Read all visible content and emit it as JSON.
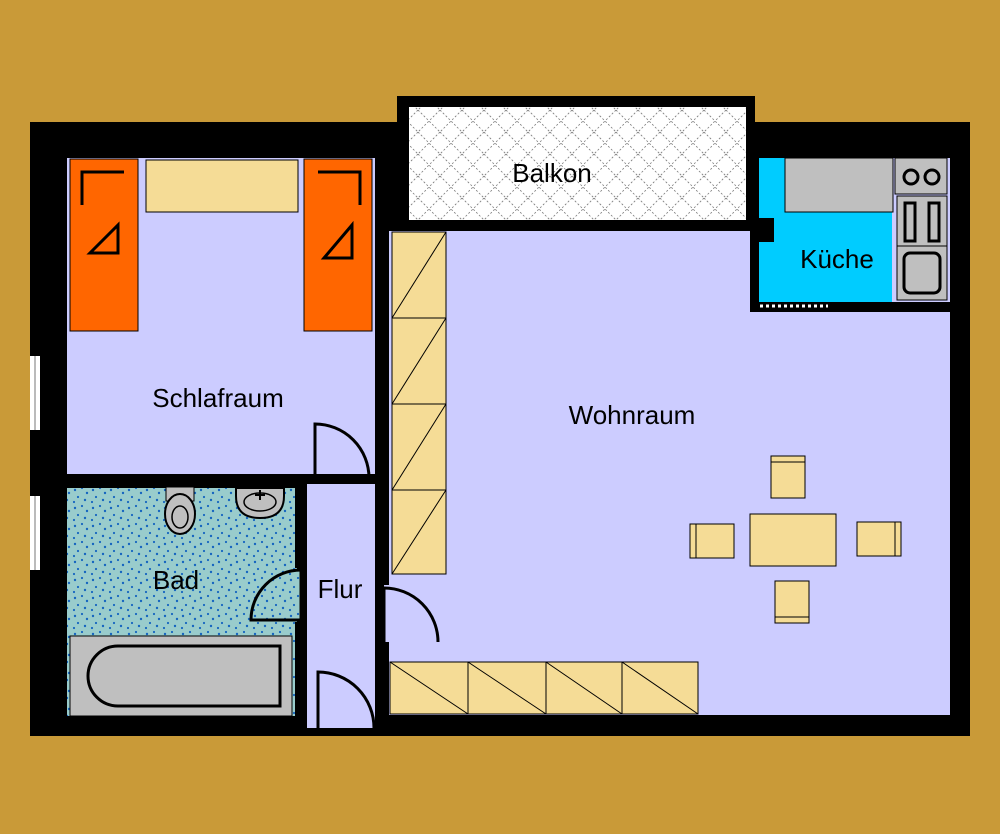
{
  "rooms": {
    "balkon": "Balkon",
    "kueche": "Küche",
    "schlafraum": "Schlafraum",
    "wohnraum": "Wohnraum",
    "bad": "Bad",
    "flur": "Flur"
  },
  "colors": {
    "background": "#c99a38",
    "wall": "#000000",
    "floor": "#ccccff",
    "kitchen_floor": "#00ccff",
    "bath_floor": "#99cccc",
    "balcony": "#ffffff",
    "bed": "#ff6600",
    "furniture": "#f5dc96",
    "fixture": "#bfbfbf"
  }
}
